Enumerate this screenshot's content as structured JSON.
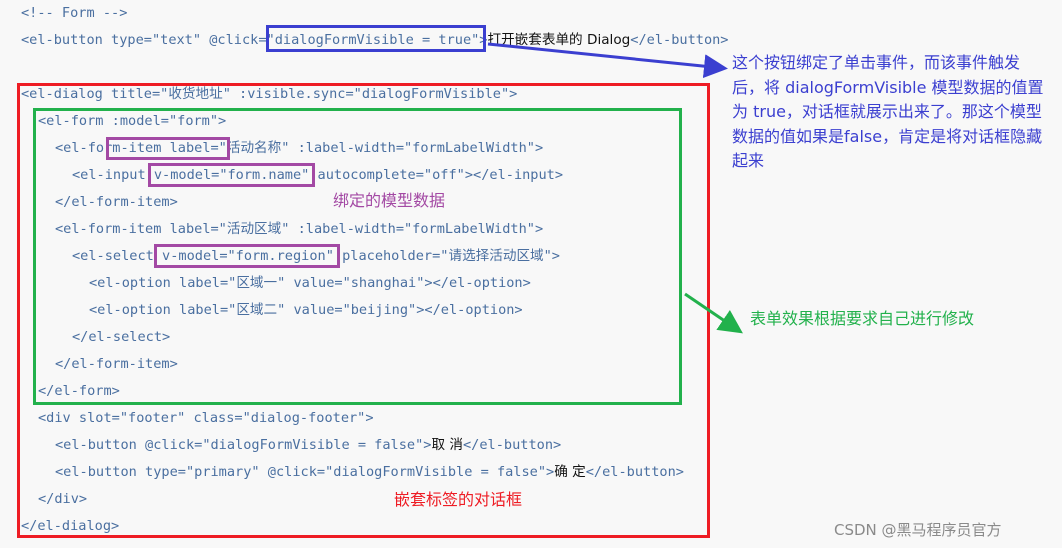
{
  "code": {
    "l0": "<!-- Form -->",
    "l1a": "<el-button type=\"text\" @click=\"dialogFormVisible = true\">",
    "l1b": "打开嵌套表单的 Dialog",
    "l1c": "</el-button>",
    "l2": "<el-dialog title=\"收货地址\" :visible.sync=\"dialogFormVisible\">",
    "l3": "<el-form :model=\"form\">",
    "l4": "<el-form-item label=\"活动名称\" :label-width=\"formLabelWidth\">",
    "l5": "<el-input v-model=\"form.name\" autocomplete=\"off\"></el-input>",
    "l6": "</el-form-item>",
    "l7": "<el-form-item label=\"活动区域\" :label-width=\"formLabelWidth\">",
    "l8": "<el-select v-model=\"form.region\" placeholder=\"请选择活动区域\">",
    "l9": "<el-option label=\"区域一\" value=\"shanghai\"></el-option>",
    "l10": "<el-option label=\"区域二\" value=\"beijing\"></el-option>",
    "l11": "</el-select>",
    "l12": "</el-form-item>",
    "l13": "</el-form>",
    "l14": "<div slot=\"footer\" class=\"dialog-footer\">",
    "l15a": "<el-button @click=\"dialogFormVisible = false\">",
    "l15b": "取 消",
    "l15c": "</el-button>",
    "l16a": "<el-button type=\"primary\" @click=\"dialogFormVisible = false\">",
    "l16b": "确 定",
    "l16c": "</el-button>",
    "l17": "</div>",
    "l18": "</el-dialog>"
  },
  "annotations": {
    "click_event": "这个按钮绑定了单击事件，而该事件触发后，将 dialogFormVisible 模型数据的值置为 true，对话框就展示出来了。那这个模型数据的值如果是false，肯定是将对话框隐藏起来",
    "model_binding": "绑定的模型数据",
    "form_effect": "表单效果根据要求自己进行修改",
    "nested_dialog": "嵌套标签的对话框"
  },
  "watermark": "CSDN @黑马程序员官方",
  "colors": {
    "blue": "#3b3fd0",
    "red": "#ee1c24",
    "green": "#22b14c",
    "purple": "#a349a4",
    "code": "#4a6fa0"
  }
}
